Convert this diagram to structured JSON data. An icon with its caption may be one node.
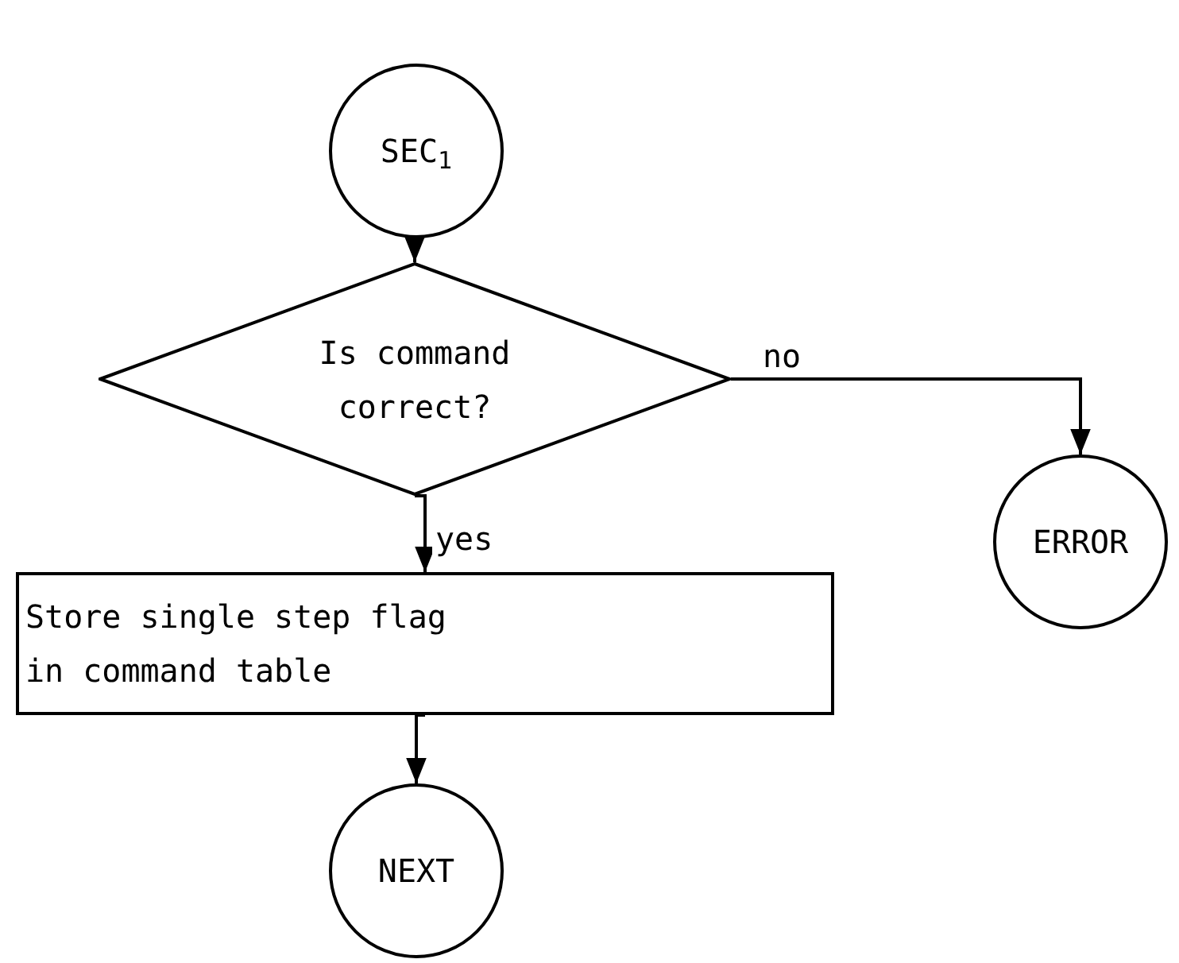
{
  "diagram": {
    "nodes": [
      {
        "text": [
          "SEC$_{1}$"
        ]
      },
      {
        "text": [
          "Is command correct?"
        ]
      },
      {
        "text": [
          "ERROR"
        ]
      },
      {
        "text": [
          "Store single step flag in command table"
        ]
      },
      {
        "text": [
          "NEXT"
        ]
      }
    ],
    "edges": [
      {
        "from": 0,
        "to": 1,
        "arrow": "to"
      },
      {
        "from": 1,
        "to": 2,
        "arrow": "to",
        "label": "no"
      },
      {
        "from": 1,
        "to": 3,
        "arrow": "to",
        "label": "yes"
      },
      {
        "from": 3,
        "to": 4,
        "arrow": "to"
      }
    ]
  }
}
